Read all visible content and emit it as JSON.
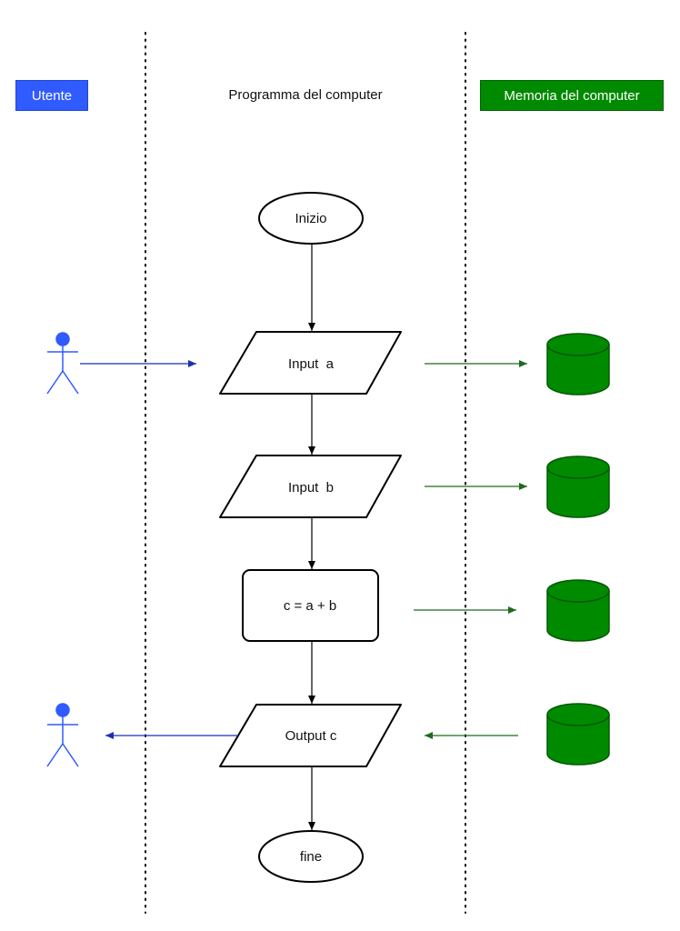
{
  "lanes": {
    "user": "Utente",
    "program": "Programma del computer",
    "memory": "Memoria del computer"
  },
  "nodes": {
    "start": "Inizio",
    "input_a": "Input  a",
    "input_b": "Input  b",
    "compute": "c = a + b",
    "output": "Output c",
    "end": "fine"
  },
  "colors": {
    "user": "#2f5bff",
    "memory": "#008a00",
    "user_arrow": "#1b2fb5",
    "memory_arrow": "#1f6a1f"
  }
}
